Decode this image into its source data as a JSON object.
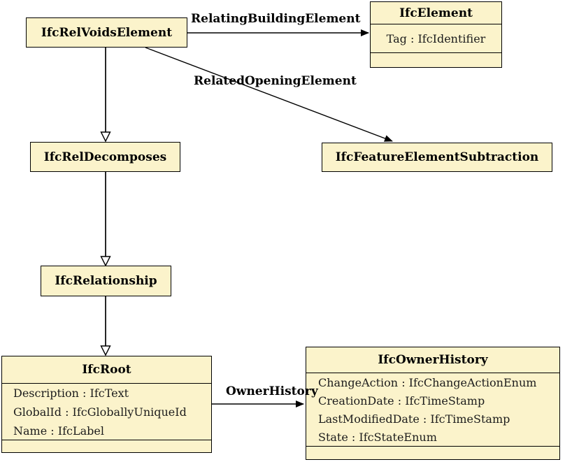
{
  "colors": {
    "background": "#FFFFFF",
    "box_fill": "#FBF3CB",
    "border": "#000000",
    "text": "#000000"
  },
  "classes": [
    {
      "name": "IfcRelVoidsElement",
      "attributes": []
    },
    {
      "name": "IfcElement",
      "attributes": [
        "Tag : IfcIdentifier"
      ]
    },
    {
      "name": "IfcRelDecomposes",
      "attributes": []
    },
    {
      "name": "IfcFeatureElementSubtraction",
      "attributes": []
    },
    {
      "name": "IfcRelationship",
      "attributes": []
    },
    {
      "name": "IfcRoot",
      "attributes": [
        "Description : IfcText",
        "GlobalId : IfcGloballyUniqueId",
        "Name : IfcLabel"
      ]
    },
    {
      "name": "IfcOwnerHistory",
      "attributes": [
        "ChangeAction : IfcChangeActionEnum",
        "CreationDate : IfcTimeStamp",
        "LastModifiedDate : IfcTimeStamp",
        "State : IfcStateEnum"
      ]
    }
  ],
  "edges": {
    "relating_building_element_label": "RelatingBuildingElement",
    "related_opening_element_label": "RelatedOpeningElement",
    "owner_history_label": "OwnerHistory"
  }
}
